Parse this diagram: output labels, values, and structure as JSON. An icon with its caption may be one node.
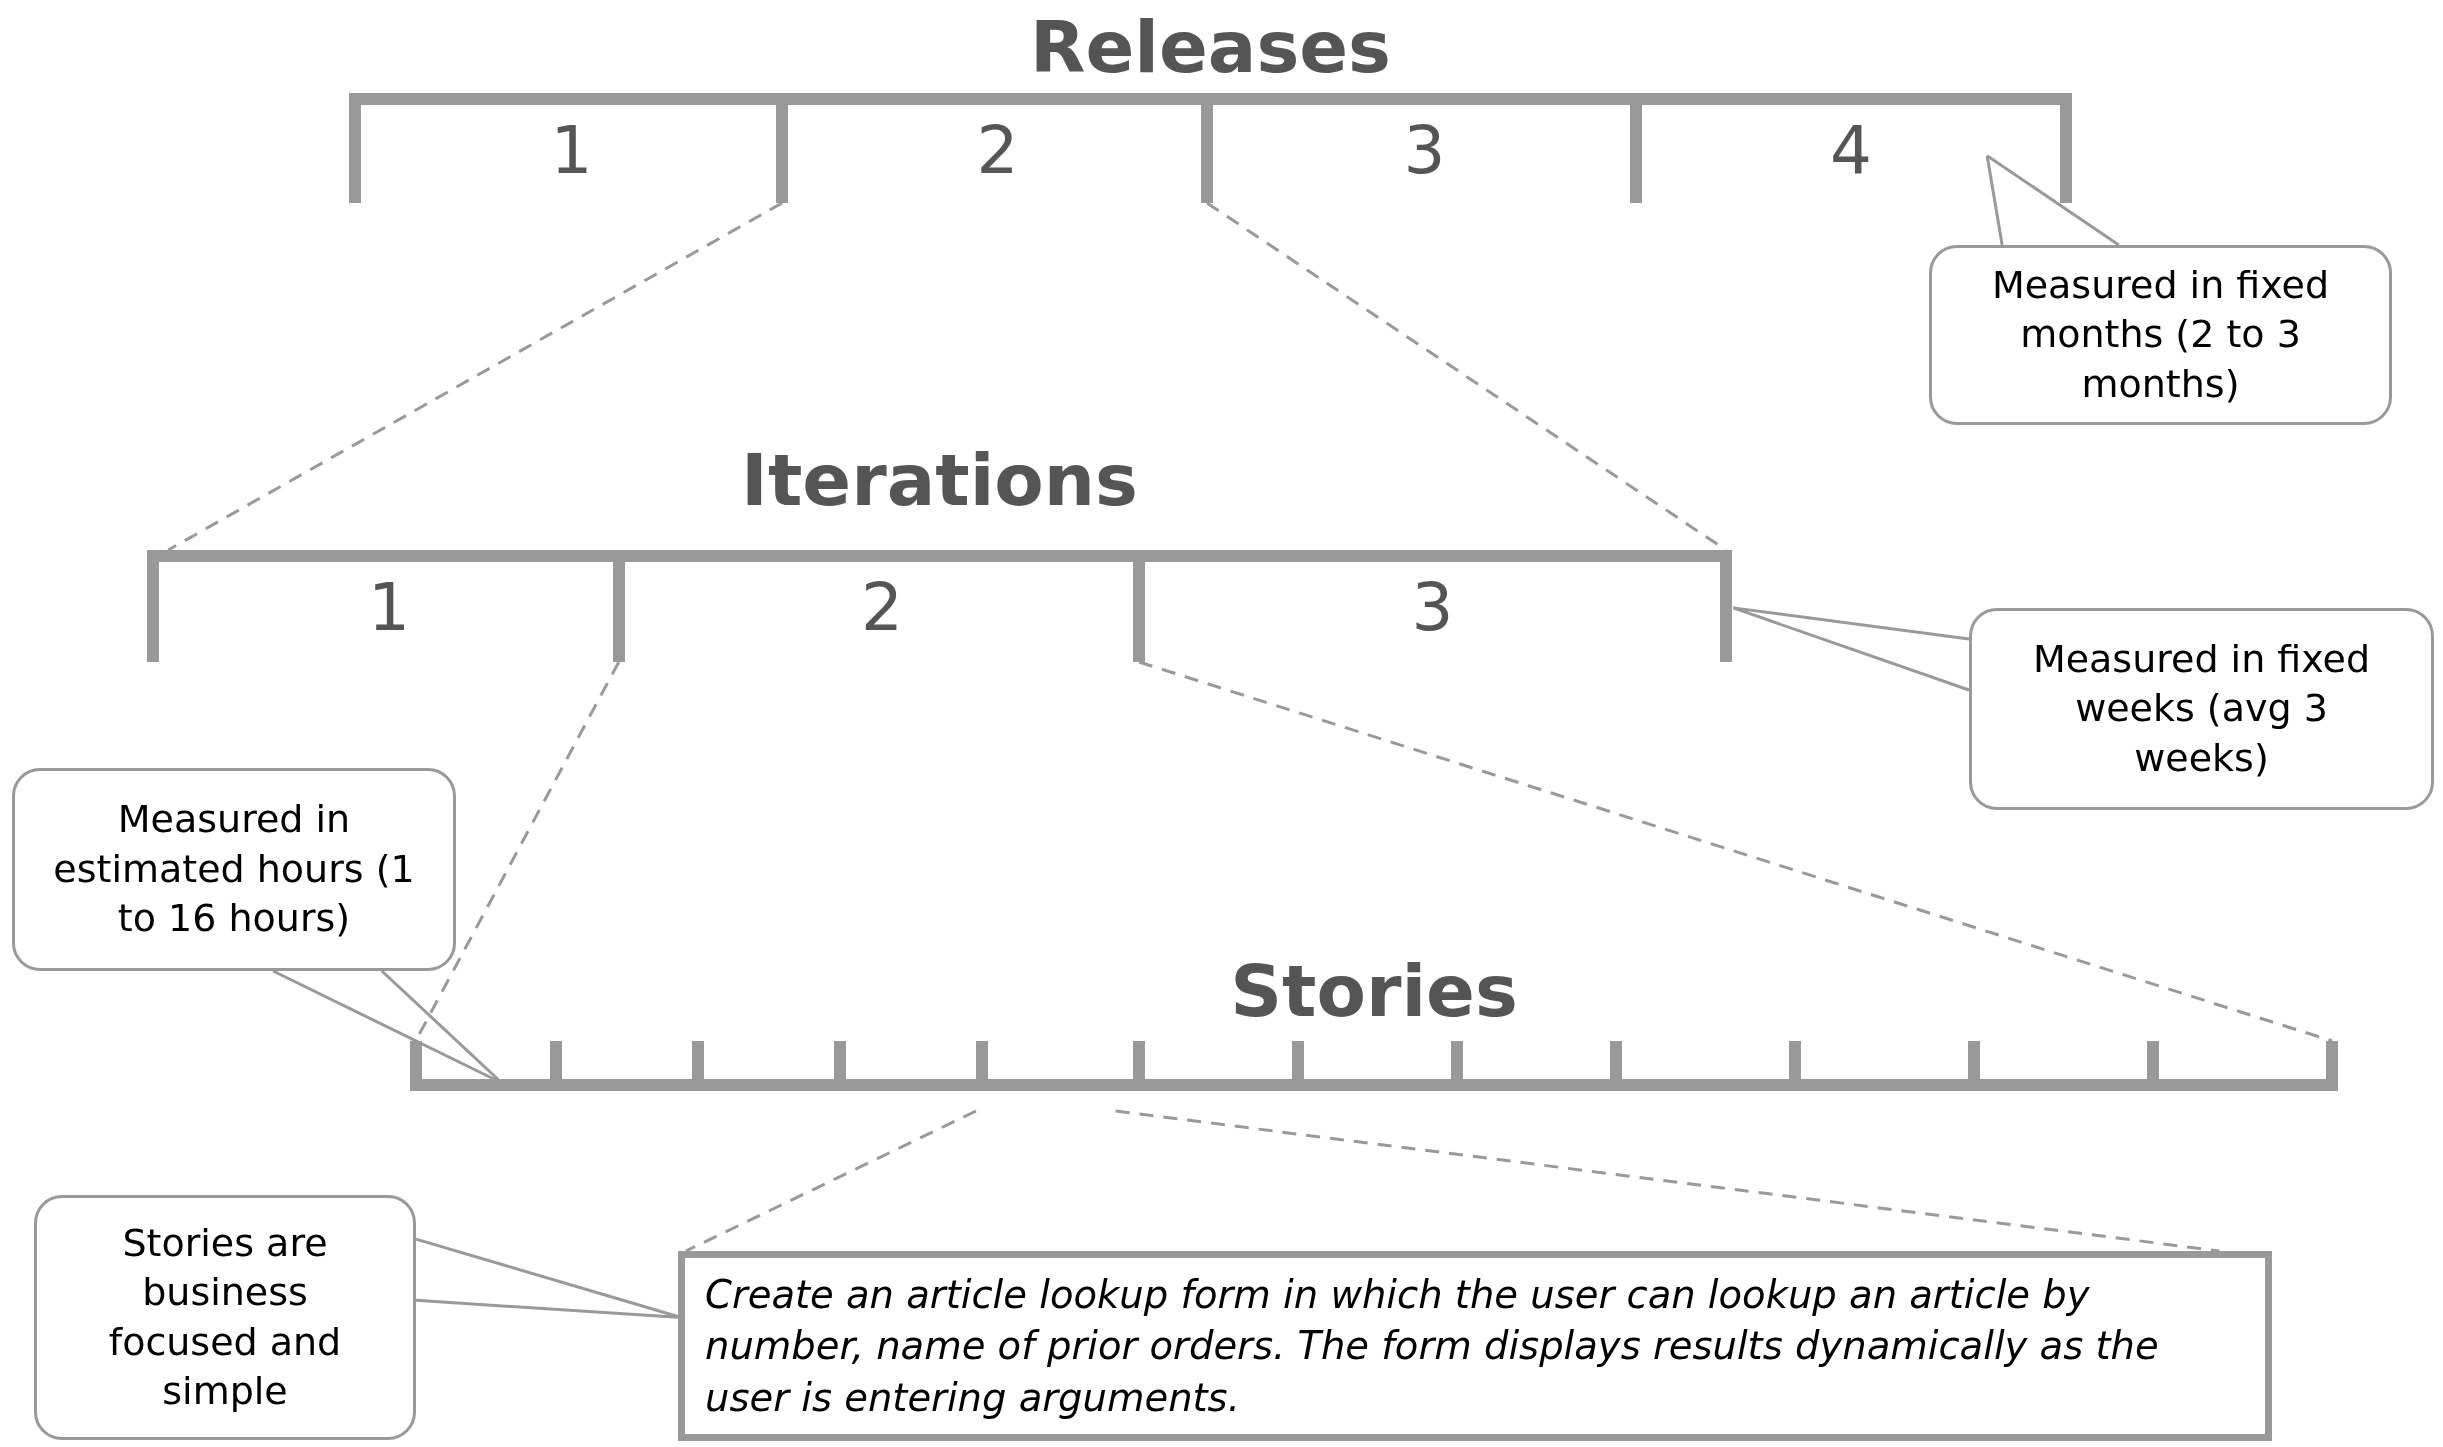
{
  "diagram": {
    "nodes": [
      {
        "text": [
          "Releases"
        ]
      },
      {
        "text": [
          "1"
        ],
        "in": 0
      },
      {
        "text": [
          "2"
        ],
        "in": 0
      },
      {
        "text": [
          "3"
        ],
        "in": 0
      },
      {
        "text": [
          "4"
        ],
        "in": 0
      },
      {
        "text": [
          "Measured in fixed months (2 to 3 months)"
        ]
      },
      {
        "text": [
          "Iterations"
        ]
      },
      {
        "text": [
          "1"
        ],
        "in": 6
      },
      {
        "text": [
          "2"
        ],
        "in": 6
      },
      {
        "text": [
          "3"
        ],
        "in": 6
      },
      {
        "text": [
          "Measured in fixed weeks (avg 3 weeks)"
        ]
      },
      {
        "text": [
          "Measured in estimated hours (1 to 16 hours)"
        ]
      },
      {
        "text": [
          "Stories"
        ]
      },
      {
        "text": [],
        "shape": "box",
        "in": 12
      },
      {
        "text": [],
        "shape": "box",
        "in": 12
      },
      {
        "text": [],
        "shape": "box",
        "in": 12
      },
      {
        "text": [],
        "shape": "box",
        "in": 12
      },
      {
        "text": [],
        "shape": "box",
        "in": 12
      },
      {
        "text": [],
        "shape": "box",
        "in": 12
      },
      {
        "text": [],
        "shape": "box",
        "in": 12
      },
      {
        "text": [],
        "shape": "box",
        "in": 12
      },
      {
        "text": [],
        "shape": "box",
        "in": 12
      },
      {
        "text": [],
        "shape": "box",
        "in": 12
      },
      {
        "text": [],
        "shape": "box",
        "in": 12
      },
      {
        "text": [],
        "shape": "box",
        "in": 12
      },
      {
        "text": [
          "Stories are business focused and simple"
        ]
      },
      {
        "text": [
          "Create an article lookup form in which the user can lookup an article by number, name of prior orders. The form displays results dynamically as the user is entering arguments."
        ]
      }
    ],
    "edges": [
      {
        "from": 2,
        "to": 7,
        "arrow": "none",
        "style": "dashed"
      },
      {
        "from": 2,
        "to": 9,
        "arrow": "none",
        "style": "dashed"
      },
      {
        "from": 5,
        "to": 4,
        "arrow": "none"
      },
      {
        "from": 8,
        "to": 13,
        "arrow": "none",
        "style": "dashed"
      },
      {
        "from": 8,
        "to": 24,
        "arrow": "none",
        "style": "dashed"
      },
      {
        "from": 10,
        "to": 6,
        "arrow": "none"
      },
      {
        "from": 11,
        "to": 13,
        "arrow": "none"
      },
      {
        "from": 17,
        "to": 26,
        "arrow": "none",
        "style": "dashed"
      },
      {
        "from": 17,
        "to": 26,
        "arrow": "none",
        "style": "dashed"
      },
      {
        "from": 25,
        "to": 26,
        "arrow": "none"
      }
    ]
  }
}
